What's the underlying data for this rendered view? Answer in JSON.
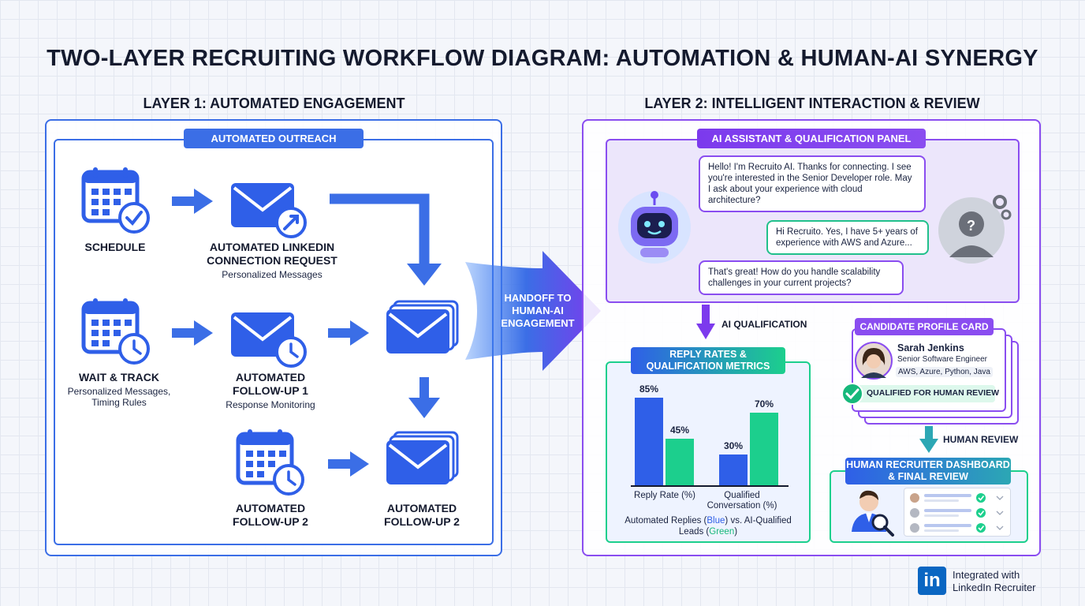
{
  "title": "TWO-LAYER RECRUITING WORKFLOW DIAGRAM: AUTOMATION & HUMAN-AI SYNERGY",
  "layer1": {
    "heading": "LAYER 1: AUTOMATED ENGAGEMENT",
    "pill": "AUTOMATED OUTREACH",
    "steps": {
      "schedule": {
        "label": "SCHEDULE"
      },
      "linkedin": {
        "label": "AUTOMATED LINKEDIN CONNECTION REQUEST",
        "sub": "Personalized Messages"
      },
      "wait": {
        "label": "WAIT & TRACK",
        "sub": "Personalized Messages, Timing Rules"
      },
      "followup1": {
        "label": "AUTOMATED FOLLOW-UP 1",
        "sub": "Response Monitoring"
      },
      "followup2a": {
        "label": "AUTOMATED FOLLOW-UP 2"
      },
      "followup2b": {
        "label": "AUTOMATED FOLLOW-UP 2"
      }
    }
  },
  "handoff": {
    "label": "HANDOFF TO HUMAN-AI ENGAGEMENT"
  },
  "layer2": {
    "heading": "LAYER 2: INTELLIGENT INTERACTION & REVIEW",
    "assistant_pill": "AI ASSISTANT & QUALIFICATION PANEL",
    "chat": [
      {
        "who": "ai",
        "text": "Hello! I'm Recruito AI. Thanks for connecting. I see you're interested in the Senior Developer role. May I ask about your experience with cloud architecture?"
      },
      {
        "who": "human",
        "text": "Hi Recruito. Yes, I have 5+ years of experience with AWS and Azure..."
      },
      {
        "who": "ai",
        "text": "That's great! How do you handle scalability challenges in your current projects?"
      }
    ],
    "ai_qualification": "AI QUALIFICATION",
    "metrics_pill": "REPLY RATES & QUALIFICATION METRICS",
    "metrics_caption_pre": "Automated Replies (",
    "metrics_caption_blue": "Blue",
    "metrics_caption_mid": ") vs. AI-Qualified Leads (",
    "metrics_caption_green": "Green",
    "metrics_caption_post": ")",
    "candidate": {
      "pill": "CANDIDATE PROFILE CARD",
      "name": "Sarah Jenkins",
      "role": "Senior Software Engineer",
      "skills": "AWS, Azure, Python, Java",
      "status": "QUALIFIED FOR HUMAN REVIEW"
    },
    "human_review": "HUMAN REVIEW",
    "dashboard_pill": "HUMAN RECRUITER DASHBOARD & FINAL REVIEW"
  },
  "footer": {
    "logo": "in",
    "text_line1": "Integrated with",
    "text_line2": "LinkedIn Recruiter"
  },
  "chart_data": {
    "type": "bar",
    "title": "",
    "categories": [
      "Reply Rate (%)",
      "Qualified Conversation (%)"
    ],
    "series": [
      {
        "name": "Automated Replies",
        "color": "#2f5fe8",
        "values": [
          85,
          30
        ]
      },
      {
        "name": "AI-Qualified Leads",
        "color": "#1ccf8d",
        "values": [
          45,
          70
        ]
      }
    ],
    "value_labels": [
      [
        "85%",
        "30%"
      ],
      [
        "45%",
        "70%"
      ]
    ],
    "ylim": [
      0,
      100
    ]
  },
  "colors": {
    "blue": "#2f5fe8",
    "purple": "#7c3aed",
    "green": "#1ccf8d",
    "navy": "#141a2e"
  }
}
